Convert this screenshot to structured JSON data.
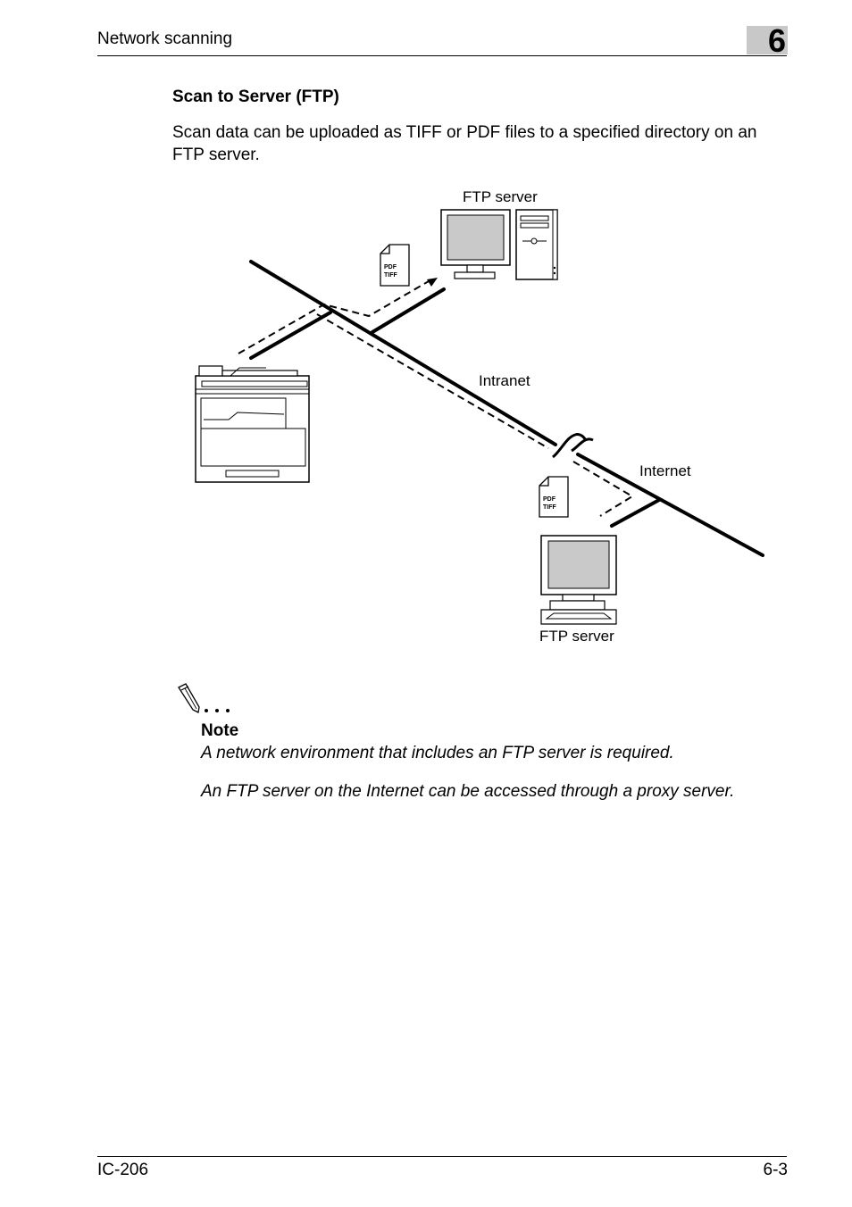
{
  "header": {
    "section": "Network scanning",
    "chapter": "6"
  },
  "section_title": "Scan to Server (FTP)",
  "intro": "Scan data can be uploaded as TIFF or PDF files to a specified directory on an FTP server.",
  "diagram": {
    "ftp_server_top_label": "FTP server",
    "intranet_label": "Intranet",
    "internet_label": "Internet",
    "ftp_server_bottom_label": "FTP server",
    "file_icon_line1": "PDF",
    "file_icon_line2": "TIFF"
  },
  "note": {
    "title": "Note",
    "line1": "A network environment that includes an FTP server is required.",
    "line2": "An FTP server on the Internet can be accessed through a proxy server."
  },
  "footer": {
    "left": "IC-206",
    "right": "6-3"
  }
}
